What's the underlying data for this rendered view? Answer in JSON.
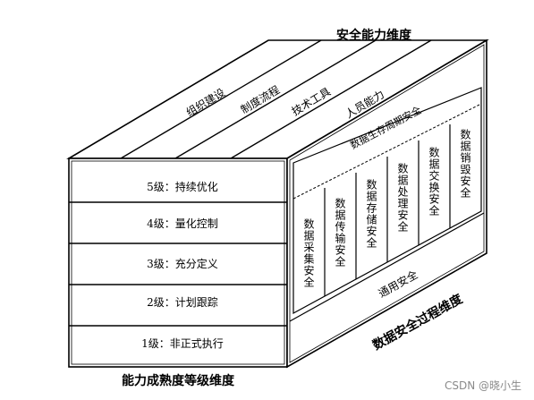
{
  "titles": {
    "top": "安全能力维度",
    "left_bottom": "能力成熟度等级维度",
    "right_bottom": "数据安全过程维度"
  },
  "top_face": {
    "labels": [
      "组织建设",
      "制度流程",
      "技术工具",
      "人员能力"
    ]
  },
  "front_face": {
    "levels": [
      "5级：持续优化",
      "4级：量化控制",
      "3级：充分定义",
      "2级：计划跟踪",
      "1级：非正式执行"
    ]
  },
  "side_face": {
    "lifecycle_label": "数据生存周期安全",
    "stages": [
      "数据采集安全",
      "数据传输安全",
      "数据存储安全",
      "数据处理安全",
      "数据交换安全",
      "数据销毁安全"
    ],
    "general_label": "通用安全"
  },
  "watermark": "CSDN @晓小生"
}
